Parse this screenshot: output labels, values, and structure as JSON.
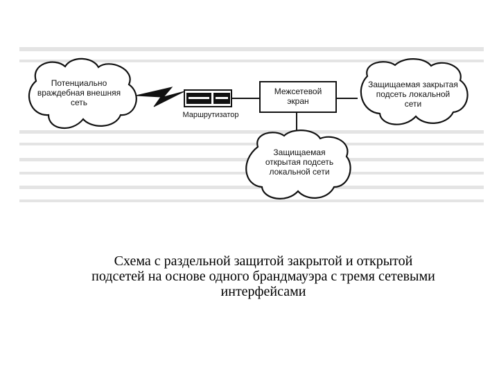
{
  "diagram": {
    "external_network": "Потенциально враждебная внешняя сеть",
    "router": "Маршрутизатор",
    "firewall": "Межсетевой экран",
    "protected_closed_subnet": "Защищаемая закрытая подсеть локальной сети",
    "protected_open_subnet": "Защищаемая открытая подсеть локальной сети"
  },
  "caption": {
    "line1": "Схема с раздельной защитой закрытой и открытой",
    "line2": "подсетей на основе одного брандмауэра с тремя сетевыми",
    "line3": "интерфейсами"
  },
  "colors": {
    "stroke": "#111111",
    "scan_noise": "#e2e2e2",
    "background": "#ffffff"
  }
}
